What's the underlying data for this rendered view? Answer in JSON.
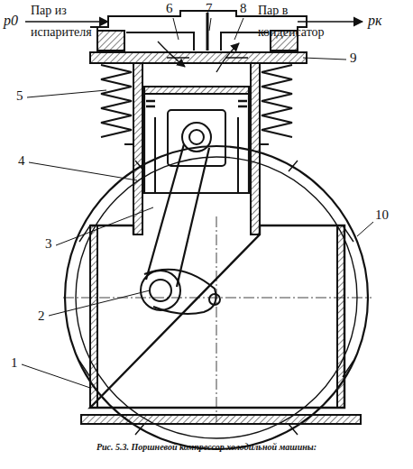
{
  "diagram": {
    "caption": "Рис. 5.3. Поршневой компрессор холодильной машины:",
    "labels": [
      "p0",
      "Пар из испарителя",
      "6",
      "7",
      "8",
      "Пар в конденсатор",
      "pк",
      "9",
      "5",
      "4",
      "3",
      "10",
      "2",
      "1"
    ]
  }
}
